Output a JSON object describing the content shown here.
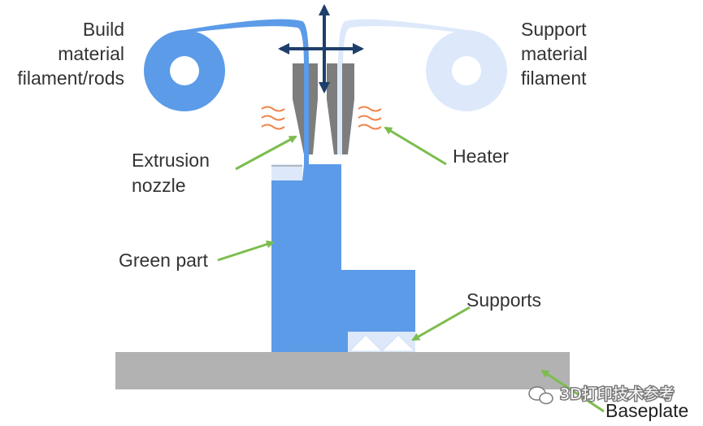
{
  "labels": {
    "build_line1": "Build",
    "build_line2": "material",
    "build_line3": "filament/rods",
    "support_line1": "Support",
    "support_line2": "material",
    "support_line3": "filament",
    "extrusion_line1": "Extrusion",
    "extrusion_line2": "nozzle",
    "heater": "Heater",
    "green_part": "Green part",
    "supports": "Supports",
    "baseplate": "Baseplate"
  },
  "watermark": "3D打印技术参考",
  "colors": {
    "build_material": "#5b9be8",
    "support_material": "#dde9fb",
    "nozzle": "#7d7d7d",
    "baseplate": "#b2b2b2",
    "arrows_motion": "#1f3f6b",
    "pointer_arrows": "#7cbd4e",
    "heat_waves": "#f0844a"
  },
  "icons": [
    "motion-arrows-icon",
    "heat-wave-icon",
    "wechat-icon"
  ]
}
